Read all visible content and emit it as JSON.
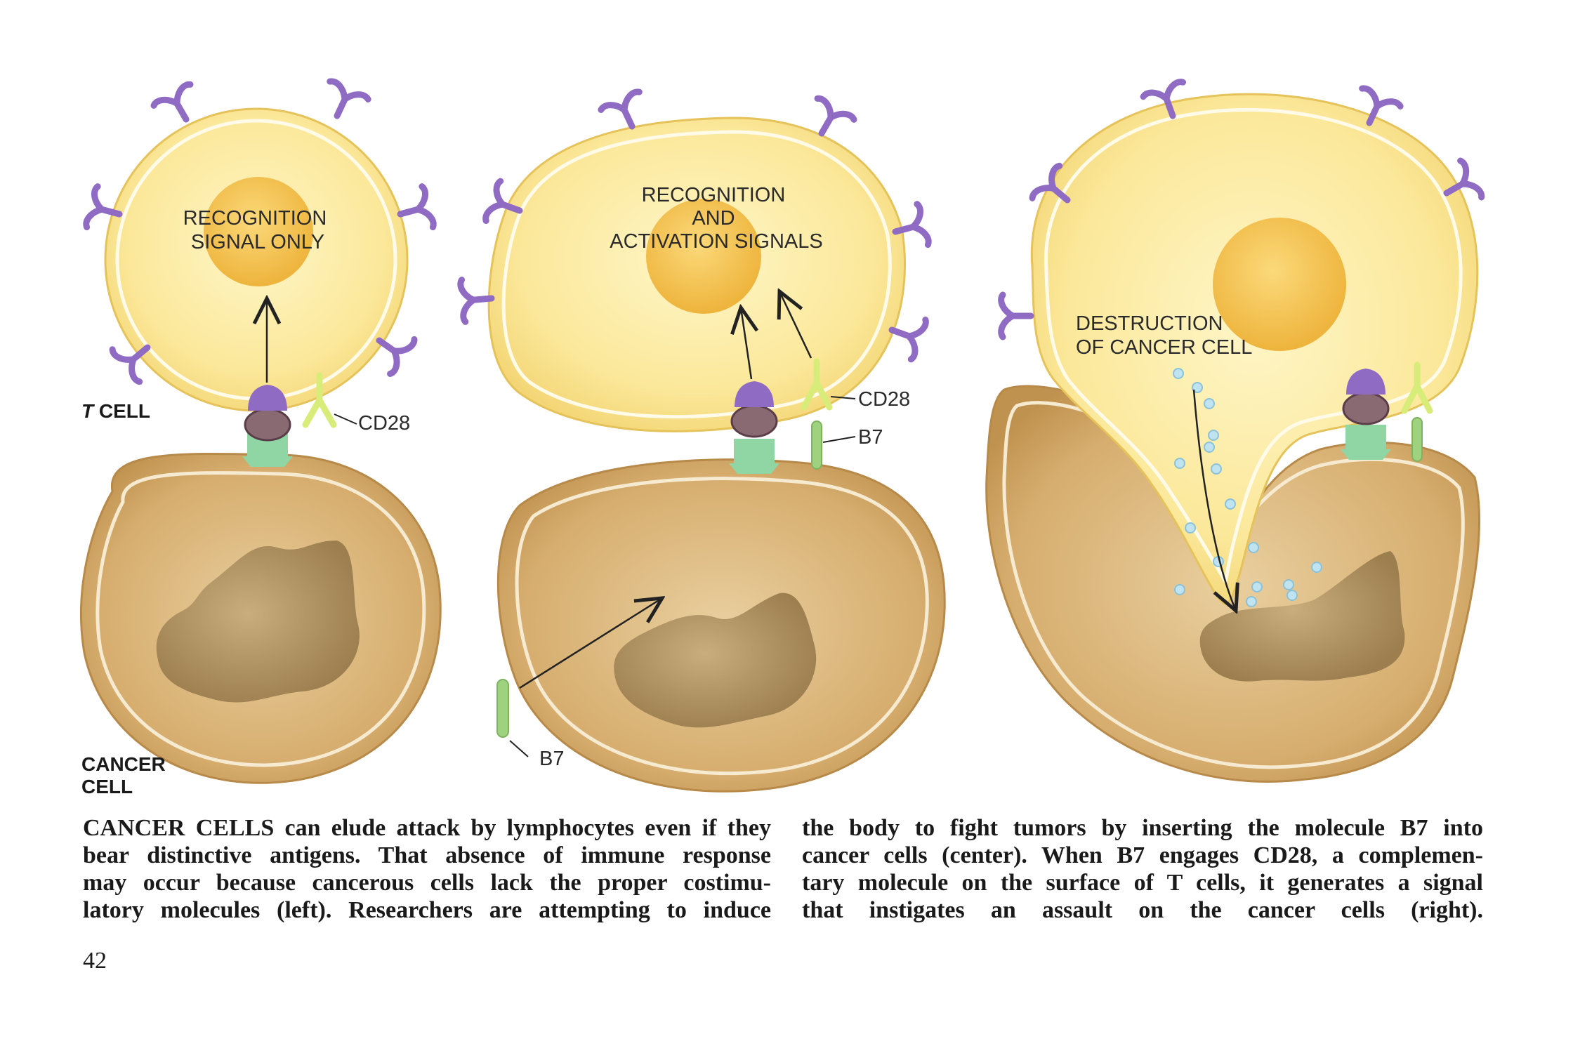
{
  "labels": {
    "panel_left_signal": [
      "RECOGNITION",
      "SIGNAL ONLY"
    ],
    "panel_center_signal": [
      "RECOGNITION",
      "AND",
      "ACTIVATION SIGNALS"
    ],
    "panel_right_signal": [
      "DESTRUCTION",
      "OF CANCER CELL"
    ],
    "t_cell_italic": "T",
    "t_cell_rest": " CELL",
    "cancer_cell": [
      "CANCER",
      "CELL"
    ],
    "cd28": "CD28",
    "b7": "B7"
  },
  "caption": {
    "left_lines": [
      "CANCER CELLS can elude attack by lymphocytes even if they",
      "bear distinctive antigens. That absence of immune response",
      "may occur because cancerous cells lack the proper costimu-",
      "latory molecules (left). Researchers are attempting to induce"
    ],
    "right_lines": [
      "the body to fight tumors by inserting the molecule B7 into",
      "cancer cells (center). When B7 engages CD28, a complemen-",
      "tary molecule on the surface of T cells, it generates a signal",
      "that instigates an assault on the cancer cells (right)."
    ]
  },
  "page_number": "42",
  "colors": {
    "t_cell_fill": "#fbe89a",
    "t_cell_nucleus": "#f4c24a",
    "cancer_fill": "#d6ad6e",
    "cancer_nucleus": "#a88a5a",
    "receptor": "#8f6bc4",
    "mhc": "#8fd6a4",
    "cd28": "#d8ec7a",
    "b7": "#9fd27f",
    "granule": "#bfe3f0"
  }
}
